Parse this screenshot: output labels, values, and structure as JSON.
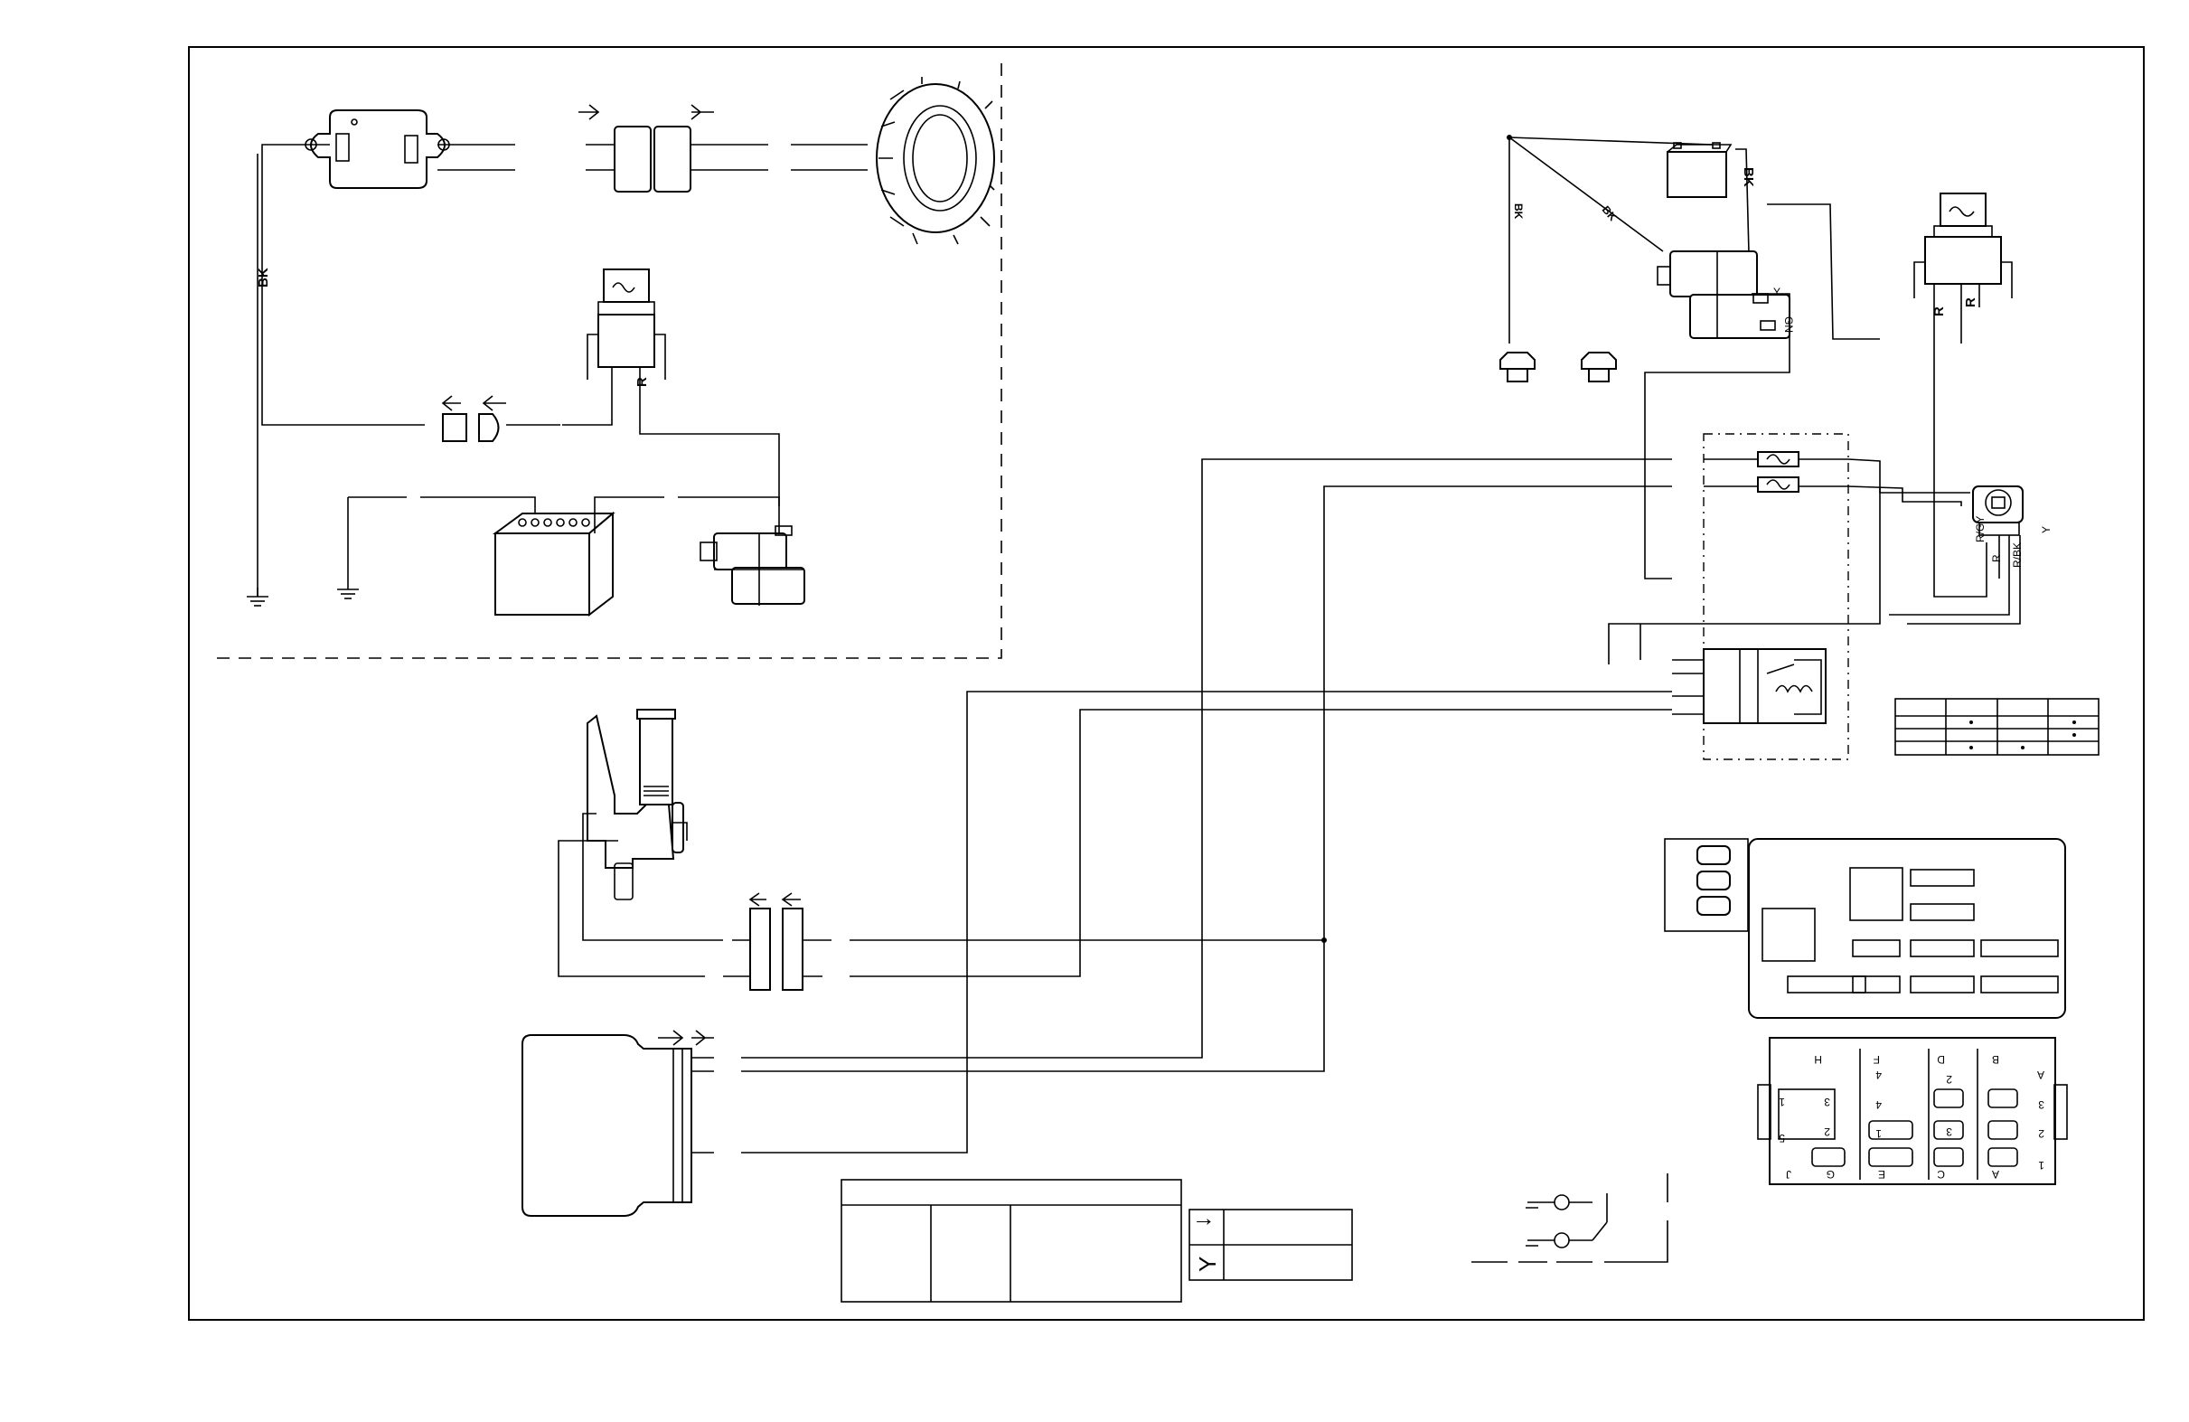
{
  "labels": {
    "bk_ground": "BK",
    "r_relay_left": "R",
    "bk_battery_right": "BK",
    "bk_diag_a": "BK",
    "bk_diag_b": "BK",
    "gn_starter": "GN",
    "y_starter": "Y",
    "r_relay_right_a": "R",
    "r_relay_right_b": "R",
    "r_gy": "R/GY",
    "r_switch": "R",
    "r_bk": "R/BK",
    "y_switch": "Y"
  },
  "fuse_box": {
    "top_letters": [
      "H",
      "F",
      "D",
      "B"
    ],
    "bottom_letters": [
      "J",
      "G",
      "E",
      "C",
      "A"
    ],
    "right_letters": [
      "A"
    ],
    "numbers": [
      "1",
      "2",
      "3",
      "4",
      "1",
      "2",
      "3",
      "4",
      "5",
      "1",
      "2",
      "3"
    ]
  },
  "legend": {
    "male_symbol": "↑",
    "female_symbol": "Y"
  }
}
